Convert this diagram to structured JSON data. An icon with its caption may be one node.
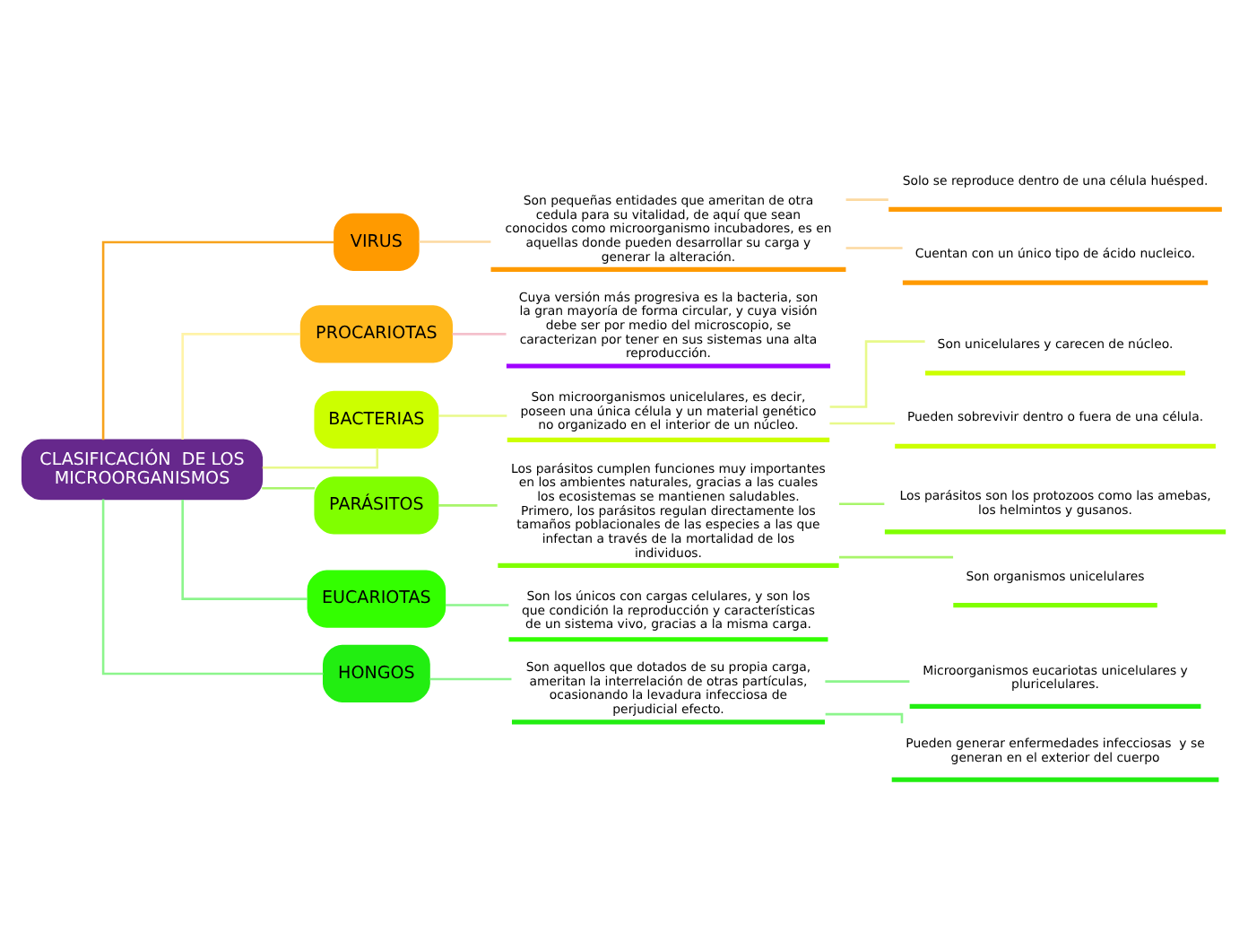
{
  "diagram": {
    "nodes": [
      {
        "text": [
          "CLASIFICACIÓN  DE LOS MICROORGANISMOS"
        ]
      },
      {
        "text": [
          "VIRUS"
        ]
      },
      {
        "text": [
          "Son pequeñas entidades que ameritan de otra cedula para su vitalidad, de aquí que sean conocidos como microorganismo incubadores, es en aquellas donde pueden desarrollar su carga y generar la alteración."
        ]
      },
      {
        "text": [
          "Solo se reproduce dentro de una célula huésped."
        ]
      },
      {
        "text": [
          "Cuentan con un único tipo de ácido nucleico."
        ]
      },
      {
        "text": [
          "PROCARIOTAS"
        ]
      },
      {
        "text": [
          "Cuya versión más progresiva es la bacteria, son la gran mayoría de forma circular, y cuya visión debe ser por medio del microscopio, se caracterizan por tener en sus sistemas una alta reproducción."
        ]
      },
      {
        "text": [
          "BACTERIAS"
        ]
      },
      {
        "text": [
          "Son microorganismos unicelulares, es decir, poseen una única célula y un material genético no organizado en el interior de un núcleo."
        ]
      },
      {
        "text": [
          "Son unicelulares y carecen de núcleo."
        ]
      },
      {
        "text": [
          "Pueden sobrevivir dentro o fuera de una célula."
        ]
      },
      {
        "text": [
          "PARÁSITOS"
        ]
      },
      {
        "text": [
          "Los parásitos cumplen funciones muy importantes en los ambientes naturales, gracias a las cuales los ecosistemas se mantienen saludables. Primero, los parásitos regulan directamente los tamaños poblacionales de las especies a las que infectan a través de la mortalidad de los individuos."
        ]
      },
      {
        "text": [
          "Los parásitos son los protozoos como las amebas, los helmintos y gusanos."
        ]
      },
      {
        "text": [
          "Son organismos unicelulares"
        ]
      },
      {
        "text": [
          "EUCARIOTAS"
        ]
      },
      {
        "text": [
          "Son los únicos con cargas celulares, y son los que condición la reproducción y características de un sistema vivo, gracias a la misma carga."
        ]
      },
      {
        "text": [
          "HONGOS"
        ]
      },
      {
        "text": [
          "Son aquellos que dotados de su propia carga, ameritan la interrelación de otras partículas, ocasionando la levadura infecciosa de perjudicial efecto."
        ]
      },
      {
        "text": [
          "Microorganismos eucariotas unicelulares y pluricelulares."
        ]
      },
      {
        "text": [
          "Pueden generar enfermedades infecciosas  y se generan en el exterior del cuerpo"
        ]
      }
    ],
    "edges": [
      {
        "from": 0,
        "to": 1,
        "arrow": "none",
        "color": "#f7a21b"
      },
      {
        "from": 1,
        "to": 2,
        "arrow": "none",
        "color": "#fcd9a0"
      },
      {
        "from": 2,
        "to": 3,
        "arrow": "none",
        "color": "#fcd9a0"
      },
      {
        "from": 2,
        "to": 4,
        "arrow": "none",
        "color": "#fcd9a0"
      },
      {
        "from": 0,
        "to": 5,
        "arrow": "none",
        "color": "#fff3a8"
      },
      {
        "from": 5,
        "to": 6,
        "arrow": "none",
        "color": "#f4c0cc"
      },
      {
        "from": 0,
        "to": 7,
        "arrow": "none",
        "color": "#e8f98a"
      },
      {
        "from": 7,
        "to": 8,
        "arrow": "none",
        "color": "#e8f98a"
      },
      {
        "from": 8,
        "to": 9,
        "arrow": "none",
        "color": "#e8f98a"
      },
      {
        "from": 8,
        "to": 10,
        "arrow": "none",
        "color": "#e8f98a"
      },
      {
        "from": 0,
        "to": 11,
        "arrow": "none",
        "color": "#a8f56a"
      },
      {
        "from": 11,
        "to": 12,
        "arrow": "none",
        "color": "#a8f56a"
      },
      {
        "from": 12,
        "to": 13,
        "arrow": "none",
        "color": "#a8f56a"
      },
      {
        "from": 12,
        "to": 14,
        "arrow": "none",
        "color": "#a8f56a"
      },
      {
        "from": 0,
        "to": 15,
        "arrow": "none",
        "color": "#8cf58c"
      },
      {
        "from": 15,
        "to": 16,
        "arrow": "none",
        "color": "#8cf58c"
      },
      {
        "from": 0,
        "to": 17,
        "arrow": "none",
        "color": "#8cf58c"
      },
      {
        "from": 17,
        "to": 18,
        "arrow": "none",
        "color": "#8cf58c"
      },
      {
        "from": 18,
        "to": 19,
        "arrow": "none",
        "color": "#8cf58c"
      },
      {
        "from": 18,
        "to": 20,
        "arrow": "none",
        "color": "#8cf58c"
      }
    ]
  }
}
